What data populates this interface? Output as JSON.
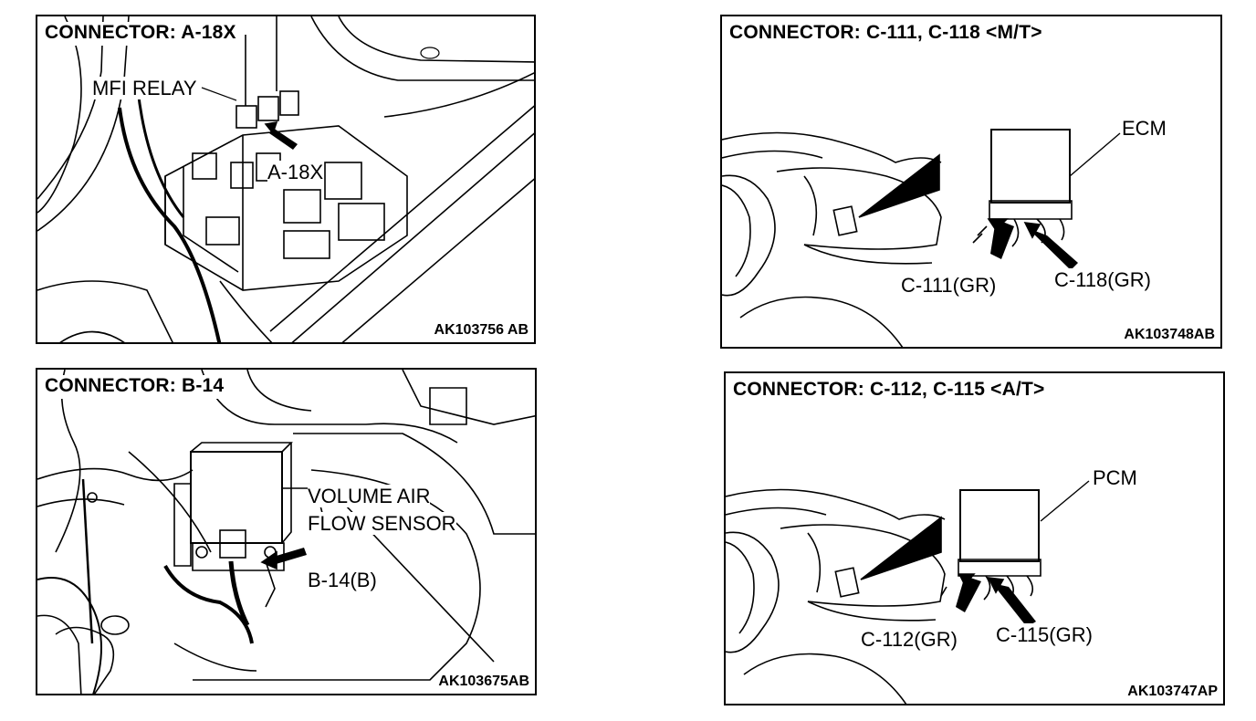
{
  "panels": {
    "a18x": {
      "title": "CONNECTOR: A-18X",
      "relay_label": "MFI RELAY",
      "connector_label": "A-18X",
      "code": "AK103756 AB"
    },
    "c111": {
      "title": "CONNECTOR: C-111, C-118 <M/T>",
      "module_label": "ECM",
      "left_connector": "C-111(GR)",
      "right_connector": "C-118(GR)",
      "code": "AK103748AB"
    },
    "b14": {
      "title": "CONNECTOR: B-14",
      "sensor_label_1": "VOLUME AIR",
      "sensor_label_2": "FLOW SENSOR",
      "connector_label": "B-14(B)",
      "code": "AK103675AB"
    },
    "c112": {
      "title": "CONNECTOR: C-112, C-115 <A/T>",
      "module_label": "PCM",
      "left_connector": "C-112(GR)",
      "right_connector": "C-115(GR)",
      "code": "AK103747AP"
    }
  }
}
